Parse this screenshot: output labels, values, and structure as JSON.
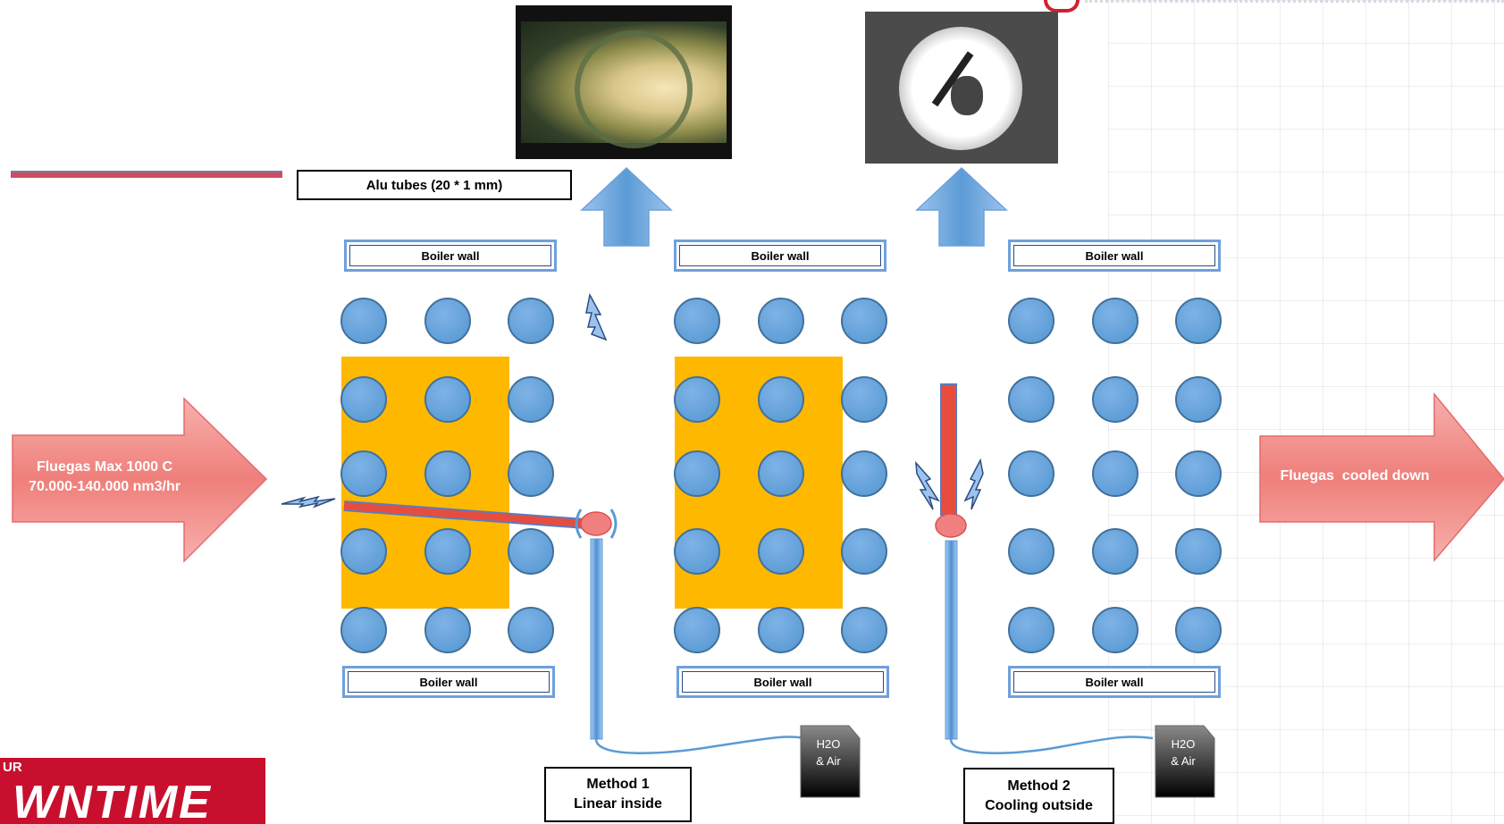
{
  "photos": {
    "left": "furnace camera view (method 1)",
    "right": "furnace camera view (method 2)"
  },
  "labels": {
    "alu_tubes": "Alu tubes (20 * 1 mm)",
    "boiler_wall": "Boiler wall",
    "fluegas_in_line1": "Fluegas Max 1000 C",
    "fluegas_in_line2": "70.000-140.000 nm3/hr",
    "fluegas_out": "Fluegas  cooled down",
    "h2o_line1": "H2O",
    "h2o_line2": "& Air"
  },
  "methods": [
    {
      "line1": "Method 1",
      "line2": "Linear inside"
    },
    {
      "line1": "Method 2",
      "line2": "Cooling outside"
    }
  ],
  "logo": {
    "line1": "UR",
    "line2": "WNTIME"
  },
  "colors": {
    "tube_fill": "#5b9bd5",
    "tube_stroke": "#41719c",
    "deposit": "#ffb800",
    "arrow_red": "#f08080",
    "lance_red": "#e84c3d",
    "boiler_border": "#6fa0dc"
  }
}
